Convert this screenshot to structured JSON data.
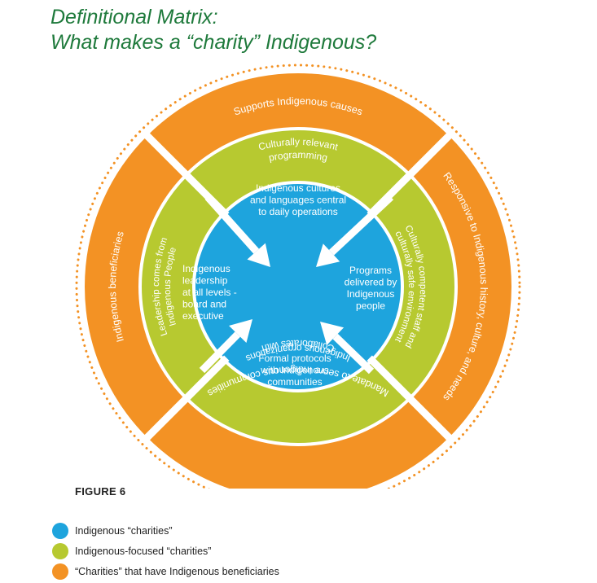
{
  "title": {
    "line1": "Definitional Matrix:",
    "line2": "What makes a “charity” Indigenous?"
  },
  "colors": {
    "title": "#1f7a3c",
    "blue": "#1ea4dd",
    "green": "#b7c930",
    "orange": "#f39224",
    "white": "#ffffff"
  },
  "diagram": {
    "inner_blue": {
      "top": [
        "Indigenous cultures",
        "and languages central",
        "to daily operations"
      ],
      "left": [
        "Indigenous",
        "leadership",
        "at all levels -",
        "board and",
        "executive"
      ],
      "right": [
        "Programs",
        "delivered by",
        "Indigenous",
        "people"
      ],
      "bottom": [
        "Formal protocols",
        "with Indigenous",
        "communities"
      ]
    },
    "middle_green": {
      "top": [
        "Culturally relevant",
        "programming"
      ],
      "left": [
        "Leadership comes from",
        "Indigenous People"
      ],
      "right": [
        "Culturally competent staff and",
        "culturally safe environment"
      ],
      "bottom": [
        "Collaborates with",
        "Indigenous organizations"
      ]
    },
    "outer_orange": {
      "top": "Supports Indigenous causes",
      "left": "Indigenous beneficiaries",
      "right": "Responsive to Indigenous history, culture, and needs",
      "bottom": "Mandate to serve Indigenous communities"
    }
  },
  "figure_label": "FIGURE 6",
  "legend": [
    {
      "label": "Indigenous “charities”",
      "color": "#1ea4dd"
    },
    {
      "label": "Indigenous-focused “charities”",
      "color": "#b7c930"
    },
    {
      "label": "“Charities” that have Indigenous beneficiaries",
      "color": "#f39224"
    }
  ]
}
